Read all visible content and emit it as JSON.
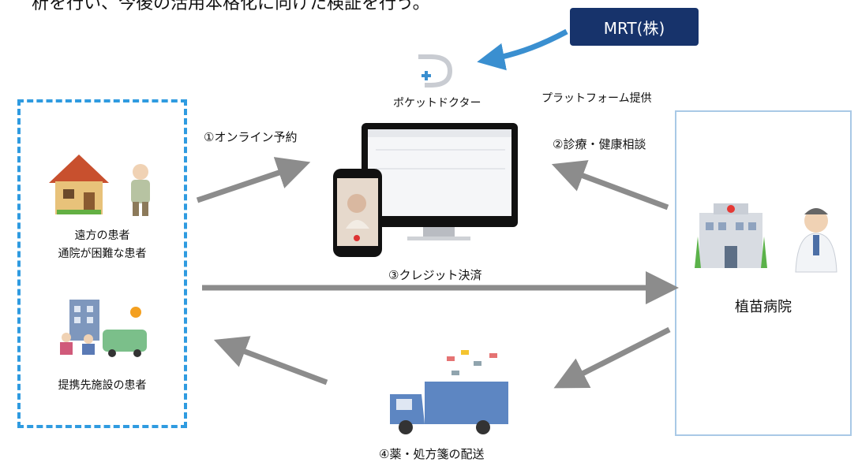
{
  "header": {
    "intro_tail": "析を行い、今後の活用本格化に向けた検証を行う。",
    "provider_badge": "MRT(株)"
  },
  "platform": {
    "name": "ポケットドクター",
    "provision_label": "プラットフォーム提供"
  },
  "patients": {
    "remote_line1": "遠方の患者",
    "remote_line2": "通院が困難な患者",
    "facility": "提携先施設の患者"
  },
  "hospital": {
    "name": "植苗病院"
  },
  "flows": {
    "step1": "①オンライン予約",
    "step2": "②診療・健康相談",
    "step3": "③クレジット決済",
    "step4": "④薬・処方箋の配送"
  },
  "colors": {
    "badge_bg": "#17336b",
    "badge_arrow": "#3a8fd0",
    "patient_border": "#2f9be0",
    "hospital_border": "#a9c9e6",
    "flow_arrow": "#8c8c8c"
  },
  "icons": [
    "pocket-doctor-logo-icon",
    "house-icon",
    "elderly-person-icon",
    "care-facility-icon",
    "monitor-icon",
    "smartphone-icon",
    "hospital-building-icon",
    "doctor-icon",
    "delivery-truck-icon"
  ]
}
